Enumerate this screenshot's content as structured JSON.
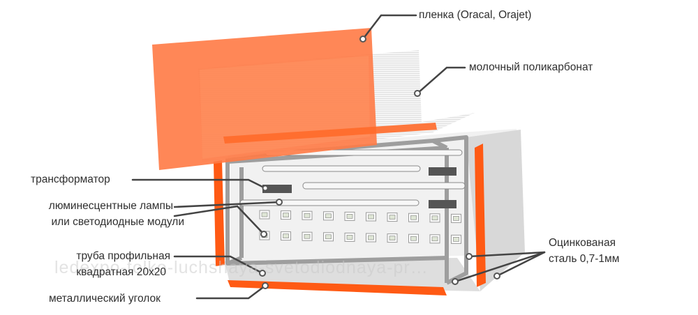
{
  "labels": {
    "film": "пленка (Oracal, Orajet)",
    "polycarbonate": "молочный поликарбонат",
    "transformer": "трансформатор",
    "lamps_line1": "люминесцентные лампы",
    "lamps_line2": "или светодиодные модули",
    "pipe_line1": "труба профильная",
    "pipe_line2": "квадратная 20х20",
    "angle": "металлический уголок",
    "steel_line1": "Оцинкованая",
    "steel_line2": "сталь 0,7-1мм"
  },
  "watermark": "ledexpo-tolko-luchshaya-svetodiodnaya-pr…",
  "colors": {
    "orange_film": "#ff7a45",
    "orange_edge": "#ff5a14",
    "frame_gray": "#9e9e9e",
    "polycarbonate": "#e6e6e6",
    "leader": "#444444"
  }
}
